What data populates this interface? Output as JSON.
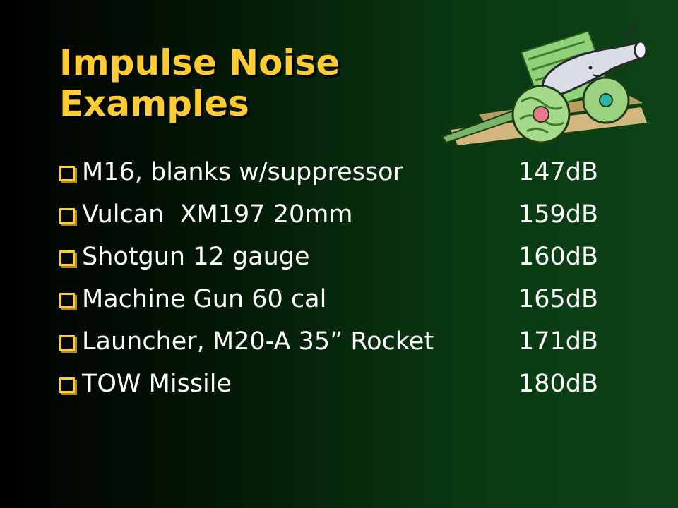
{
  "slide": {
    "title_line1": "Impulse Noise",
    "title_line2": "Examples"
  },
  "items": [
    {
      "label": "M16, blanks w/suppressor",
      "value": "147dB"
    },
    {
      "label": "Vulcan  XM197 20mm",
      "value": "159dB"
    },
    {
      "label": "Shotgun 12 gauge",
      "value": "160dB"
    },
    {
      "label": "Machine Gun 60 cal",
      "value": "165dB"
    },
    {
      "label": "Launcher, M20-A 35” Rocket",
      "value": "171dB"
    },
    {
      "label": "TOW Missile",
      "value": "180dB"
    }
  ],
  "clipart": {
    "icon": "cannon-icon"
  },
  "colors": {
    "title": "#ffcc33",
    "text": "#ffffff",
    "bullet": "#ffcc33",
    "background": "#0a3a12"
  }
}
